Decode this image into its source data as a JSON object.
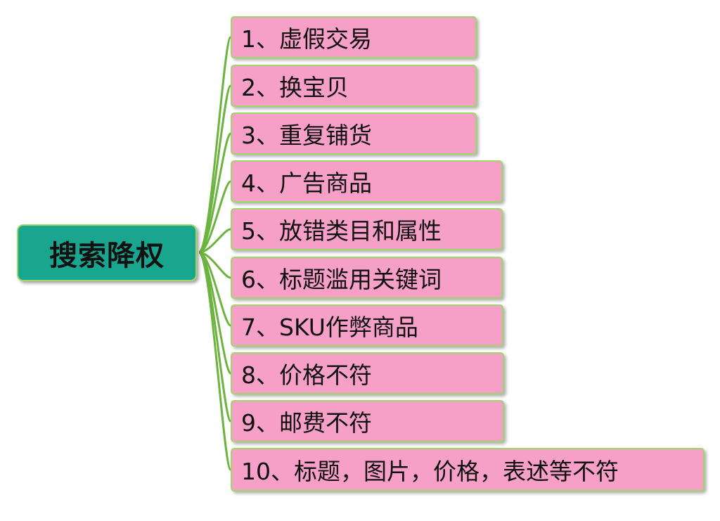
{
  "root": {
    "label": "搜索降权"
  },
  "items": [
    {
      "label": "1、虚假交易"
    },
    {
      "label": "2、换宝贝"
    },
    {
      "label": "3、重复铺货"
    },
    {
      "label": "4、广告商品"
    },
    {
      "label": "5、放错类目和属性"
    },
    {
      "label": "6、标题滥用关键词"
    },
    {
      "label": "7、SKU作弊商品"
    },
    {
      "label": "8、价格不符"
    },
    {
      "label": "9、邮费不符"
    },
    {
      "label": "10、标题，图片，价格，表述等不符"
    }
  ],
  "colors": {
    "root_fill": "#1aa58f",
    "item_fill": "#f6a0c8",
    "border": "#9fd66a",
    "connector": "#6cb33f"
  }
}
